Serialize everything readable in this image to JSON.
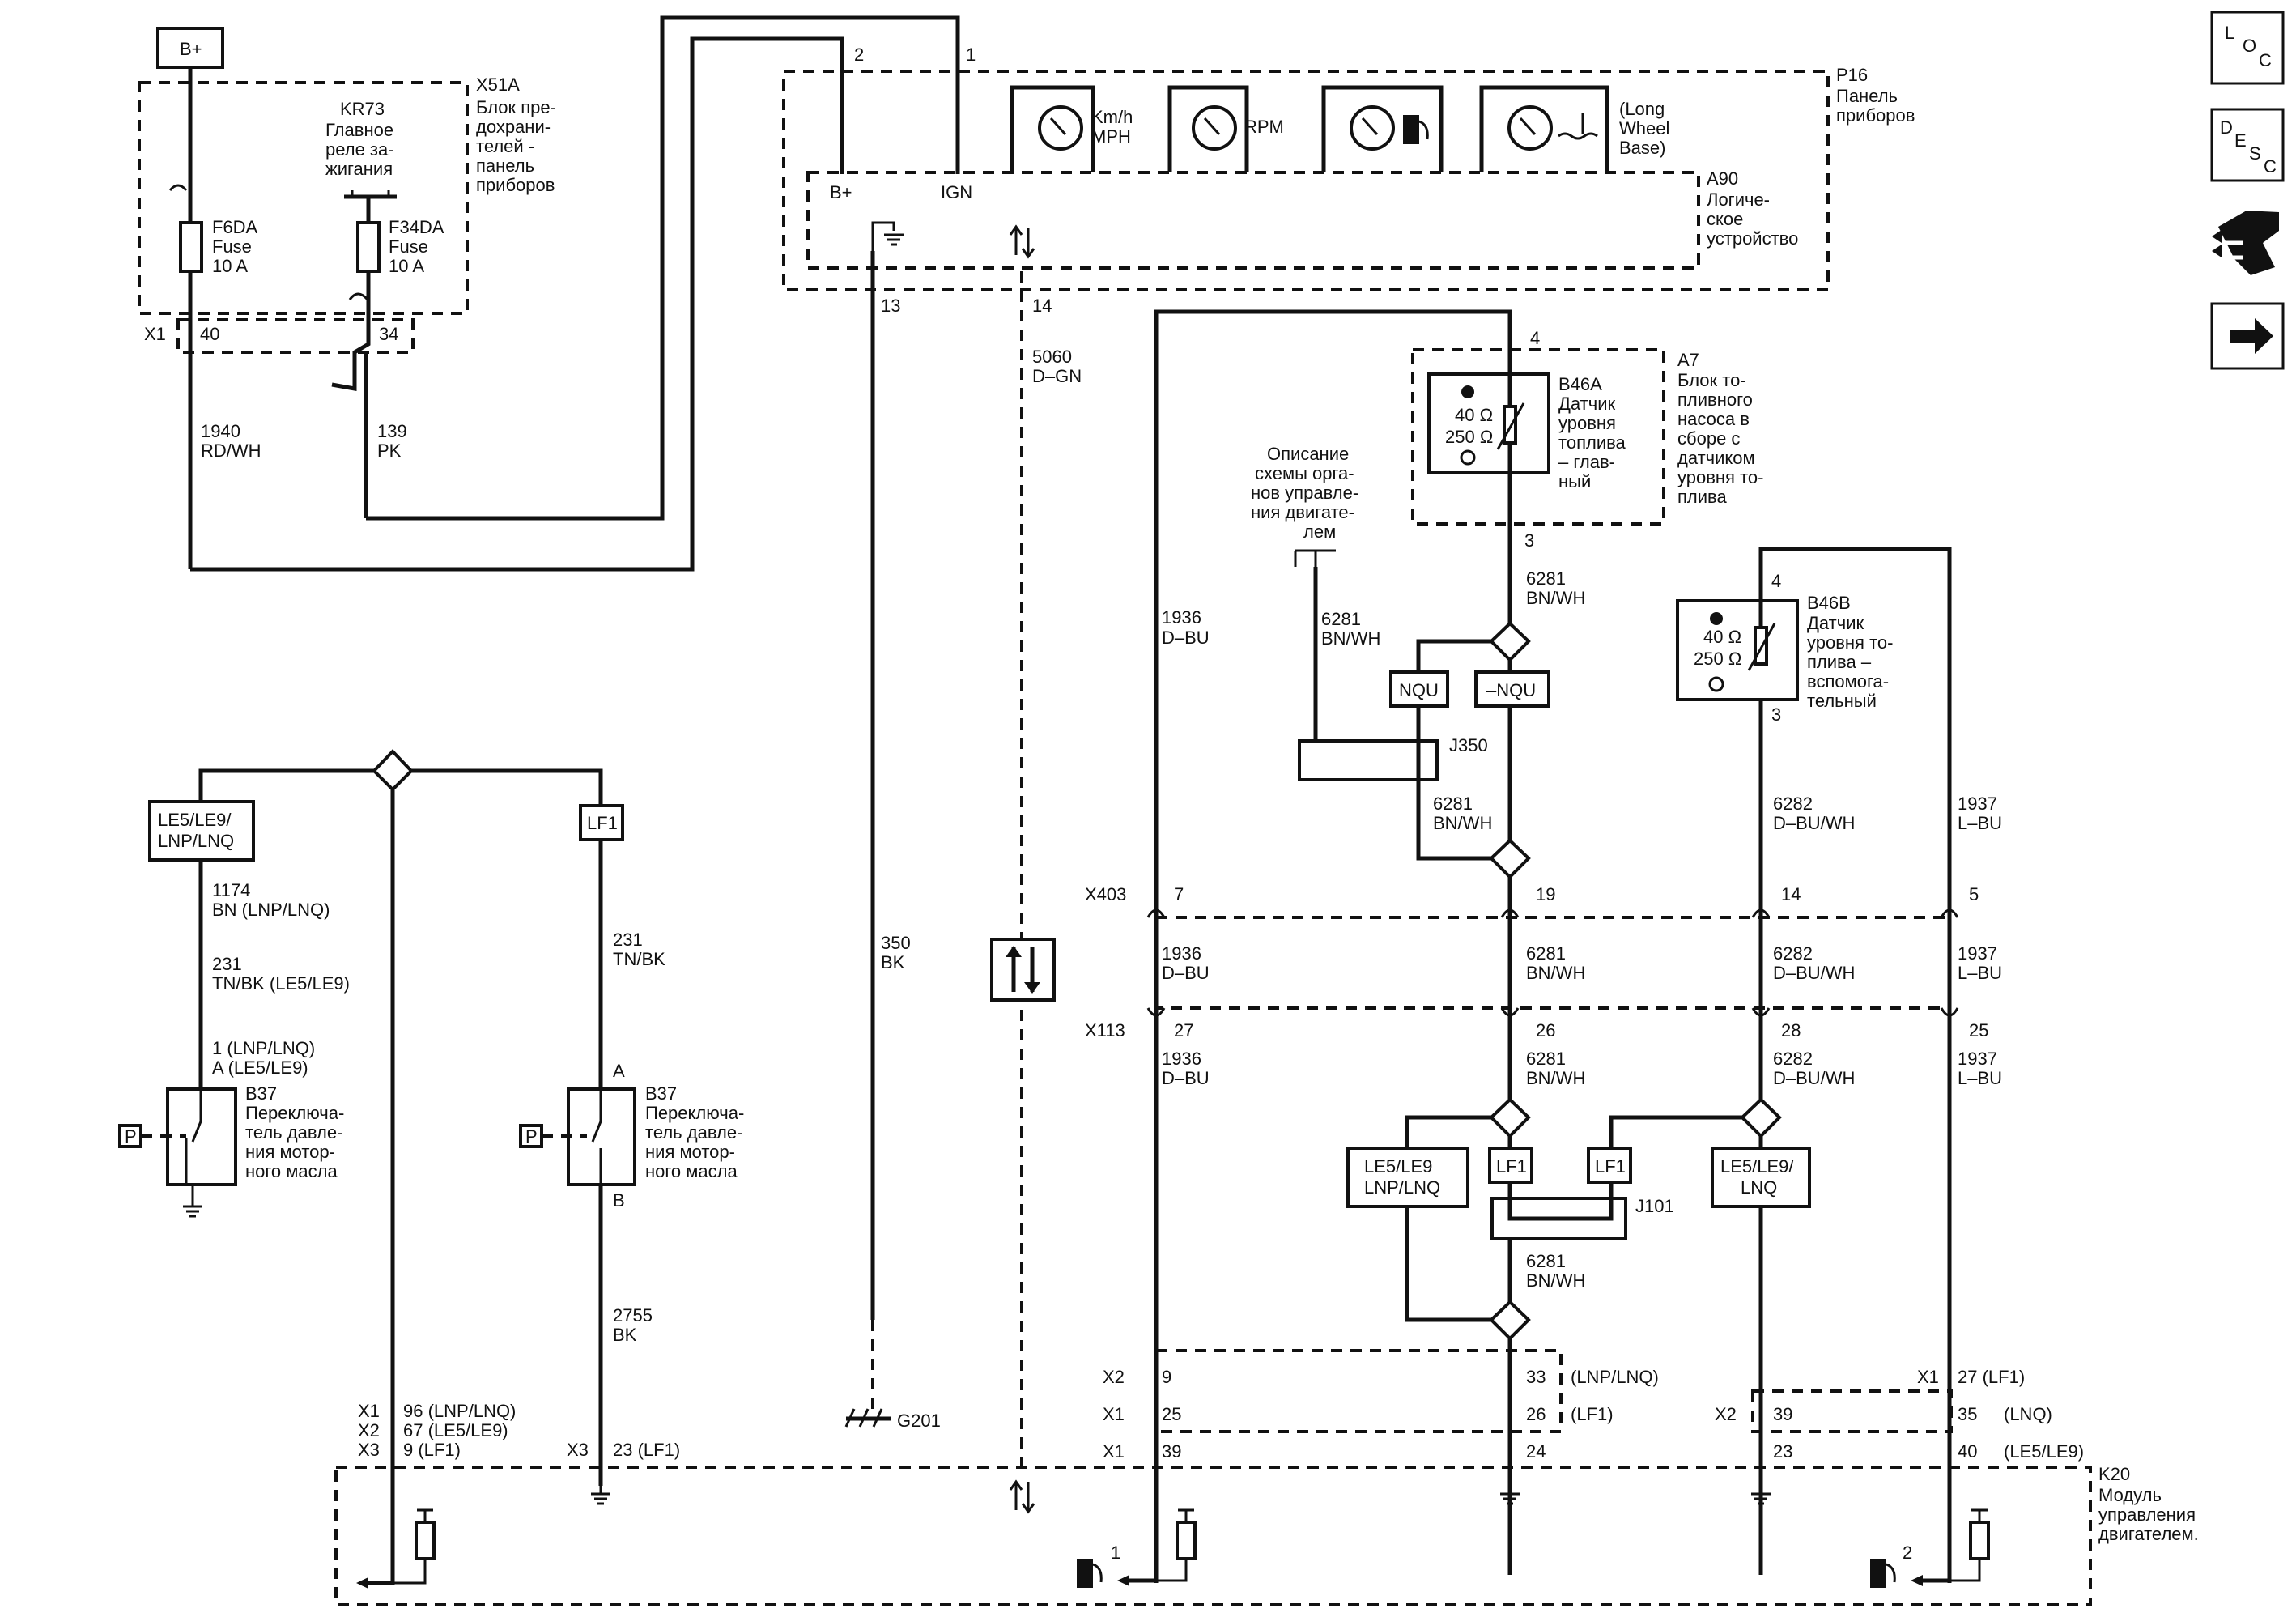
{
  "components": {
    "battery": "B+",
    "x51a": {
      "ref": "X51A",
      "desc": [
        "Блок пре-",
        "дохрани-",
        "телей -",
        "панель",
        "приборов"
      ]
    },
    "kr73": {
      "ref": "KR73",
      "desc": [
        "Главное",
        "реле за-",
        "жигания"
      ]
    },
    "f6da": [
      "F6DA",
      "Fuse",
      "10 A"
    ],
    "f34da": [
      "F34DA",
      "Fuse",
      "10 A"
    ],
    "p16": {
      "ref": "P16",
      "desc": [
        "Панель",
        "приборов"
      ]
    },
    "a90": {
      "ref": "A90",
      "desc": [
        "Логиче-",
        "ское",
        "устройство"
      ]
    },
    "gauge_kmh": [
      "Km/h",
      "MPH"
    ],
    "gauge_rpm": "RPM",
    "gauge_coolant": [
      "(Long",
      "Wheel",
      "Base)"
    ],
    "a90_bplus": "B+",
    "a90_ign": "IGN",
    "a7": {
      "ref": "A7",
      "desc": [
        "Блок то-",
        "пливного",
        "насоса в",
        "сборе с",
        "датчиком",
        "уровня то-",
        "плива"
      ]
    },
    "b46a": {
      "ref": "B46A",
      "desc": [
        "Датчик",
        "уровня",
        "топлива",
        "– глав-",
        "ный"
      ]
    },
    "b46b": {
      "ref": "B46B",
      "desc": [
        "Датчик",
        "уровня то-",
        "плива –",
        "вспомога-",
        "тельный"
      ]
    },
    "ohm40": "40 Ω",
    "ohm250": "250 Ω",
    "engine_ref": [
      "Описание",
      "схемы орга-",
      "нов управле-",
      "ния двигате-",
      "лем"
    ],
    "b37": {
      "ref": "B37",
      "desc": [
        "Переключа-",
        "тель давле-",
        "ния мотор-",
        "ного масла"
      ]
    },
    "k20": {
      "ref": "K20",
      "desc": [
        "Модуль",
        "управления",
        "двигателем."
      ]
    },
    "g201": "G201",
    "j350": "J350",
    "j101": "J101",
    "x403": "X403",
    "x113": "X113",
    "x1": "X1",
    "x2": "X2",
    "x3": "X3"
  },
  "option_labels": {
    "nqu": "NQU",
    "minus_nqu": "–NQU",
    "le_lnp_top": [
      "LE5/LE9/",
      "LNP/LNQ"
    ],
    "lf1": "LF1",
    "le_lnp_mid": [
      "LE5/LE9",
      "LNP/LNQ"
    ],
    "le_lnq_mid": [
      "LE5/LE9/",
      "LNQ"
    ]
  },
  "wires": {
    "w1940": [
      "1940",
      "RD/WH"
    ],
    "w139": [
      "139",
      "PK"
    ],
    "w5060": [
      "5060",
      "D–GN"
    ],
    "w350": [
      "350",
      "BK"
    ],
    "w1936": [
      "1936",
      "D–BU"
    ],
    "w6281": [
      "6281",
      "BN/WH"
    ],
    "w6282": [
      "6282",
      "D–BU/WH"
    ],
    "w1937": [
      "1937",
      "L–BU"
    ],
    "w1174": [
      "1174",
      "BN (LNP/LNQ)"
    ],
    "w231a": [
      "231",
      "TN/BK (LE5/LE9)"
    ],
    "w231b": [
      "231",
      "TN/BK"
    ],
    "w2755": [
      "2755",
      "BK"
    ]
  },
  "pins": {
    "p2": "2",
    "p1": "1",
    "p13": "13",
    "p14": "14",
    "p40": "40",
    "p34": "34",
    "p4": "4",
    "p3": "3",
    "x403_7": "7",
    "x403_19": "19",
    "x403_14": "14",
    "x403_5": "5",
    "x113_27": "27",
    "x113_26": "26",
    "x113_28": "28",
    "x113_25": "25",
    "b37_1": "1 (LNP/LNQ)",
    "b37_a_le": "A (LE5/LE9)",
    "b37_a": "A",
    "b37_b": "B",
    "k20_96": "96 (LNP/LNQ)",
    "k20_67": "67 (LE5/LE9)",
    "k20_9lf1": "9 (LF1)",
    "k20_23lf1": "23 (LF1)",
    "k20_9": "9",
    "k20_25": "25",
    "k20_39a": "39",
    "k20_33": "33",
    "k20_26": "26",
    "k20_24": "24",
    "k20_39b": "39",
    "k20_23": "23",
    "k20_27": "27 (LF1)",
    "k20_35": "35",
    "k20_40": "40",
    "opt_lnp_lnq": "(LNP/LNQ)",
    "opt_lf1": "(LF1)",
    "opt_lnq": "(LNQ)",
    "opt_le5_le9": "(LE5/LE9)",
    "fuel1": "1",
    "fuel2": "2"
  },
  "nav": {
    "loc": [
      "L",
      "O",
      "C"
    ],
    "desc": [
      "D",
      "E",
      "S",
      "C"
    ],
    "connector_icon": "connector-icon",
    "next_icon": "arrow-right-icon"
  }
}
